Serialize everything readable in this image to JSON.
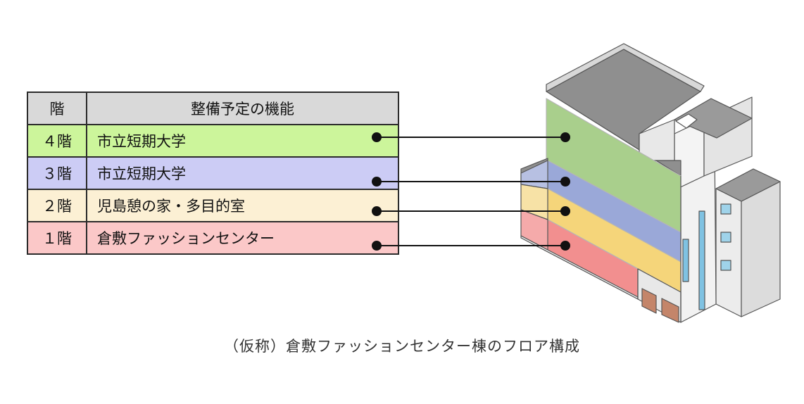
{
  "table": {
    "header": {
      "floor": "階",
      "function": "整備予定の機能"
    },
    "rows": [
      {
        "floor": "４階",
        "function": "市立短期大学",
        "color": "#ccf59b"
      },
      {
        "floor": "３階",
        "function": "市立短期大学",
        "color": "#ccccf5"
      },
      {
        "floor": "２階",
        "function": "児島憩の家・多目的室",
        "color": "#fcf0d4"
      },
      {
        "floor": "１階",
        "function": "倉敷ファッションセンター",
        "color": "#fbc8c8"
      }
    ]
  },
  "building": {
    "floor_colors": {
      "f4": "#a9cf8c",
      "f3": "#9aa8d8",
      "f2": "#f5d57a",
      "f1": "#f28f8f"
    }
  },
  "caption": "（仮称）倉敷ファッションセンター棟のフロア構成"
}
